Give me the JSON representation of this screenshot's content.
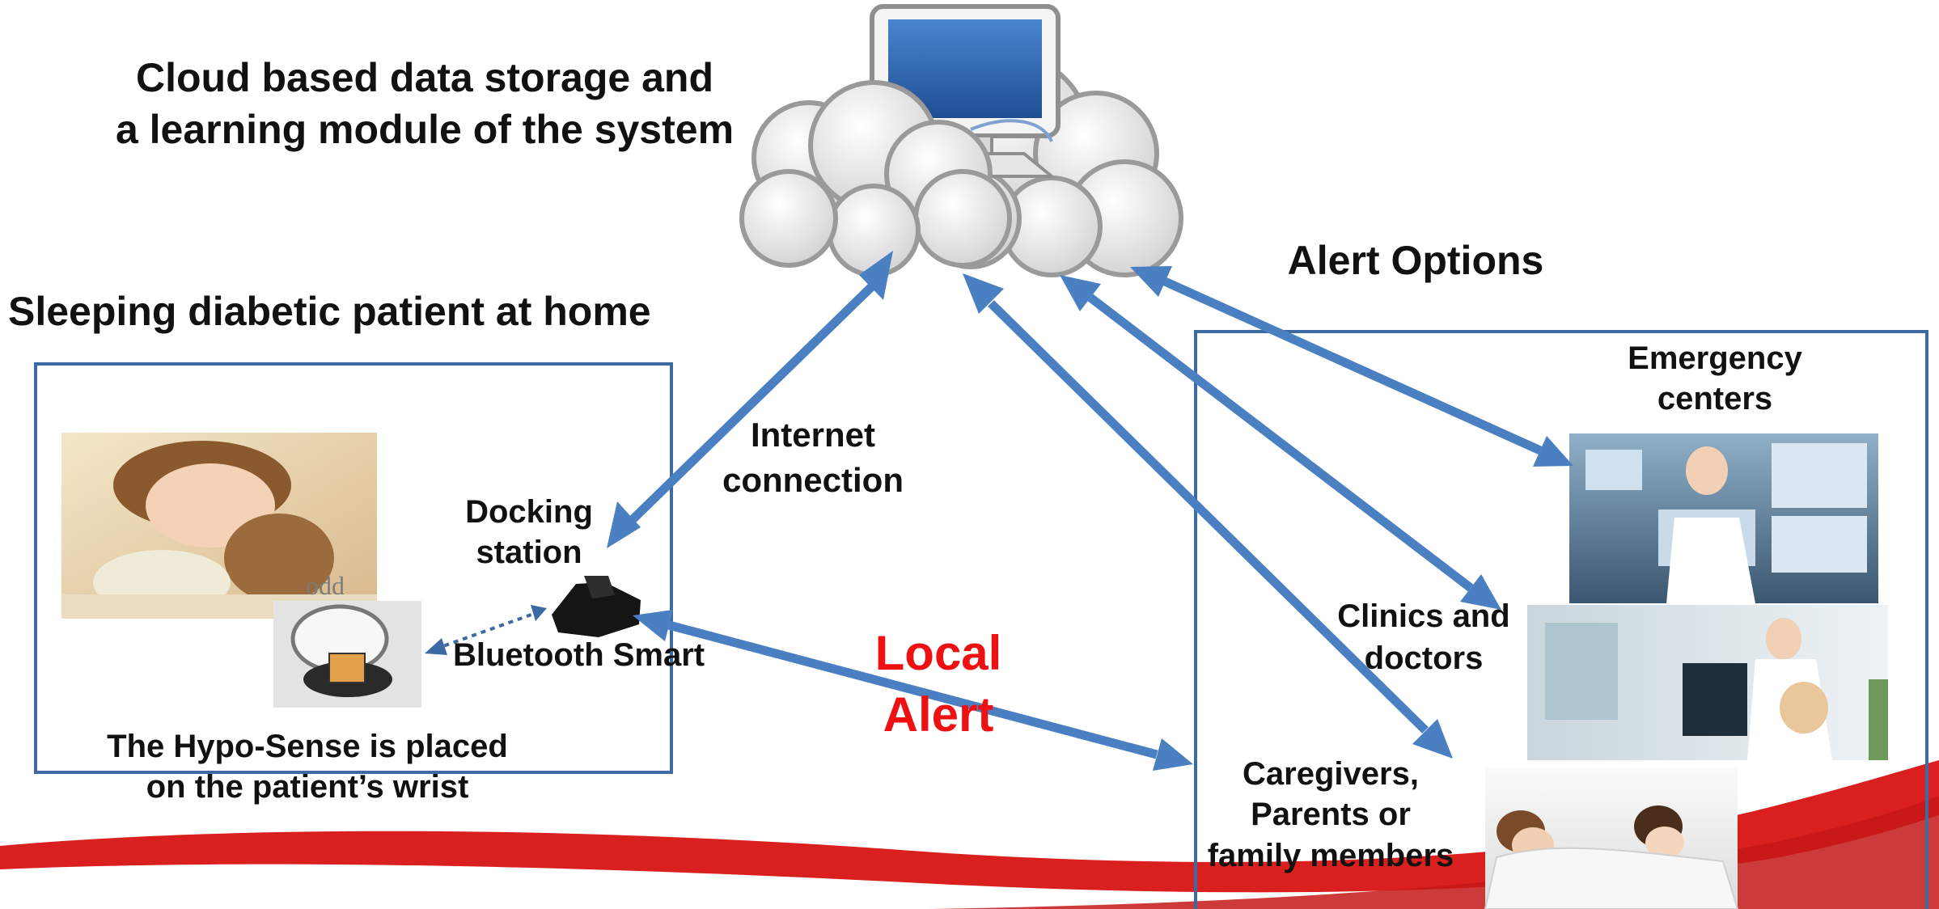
{
  "title": {
    "line1": "Cloud based data storage and",
    "line2": "a learning module of the system"
  },
  "home": {
    "heading": "Sleeping diabetic patient at home",
    "docking_line1": "Docking",
    "docking_line2": "station",
    "bluetooth": "Bluetooth Smart",
    "wrist_line1": "The Hypo-Sense is placed",
    "wrist_line2": "on the patient’s wrist",
    "photo_watermark": "odd"
  },
  "internet": {
    "line1": "Internet",
    "line2": "connection"
  },
  "local_alert": {
    "line1": "Local",
    "line2": "Alert"
  },
  "alert_options": {
    "heading": "Alert Options",
    "emergency_line1": "Emergency",
    "emergency_line2": "centers",
    "clinics_line1": "Clinics and",
    "clinics_line2": "doctors",
    "caregivers_line1": "Caregivers,",
    "caregivers_line2": "Parents or",
    "caregivers_line3": "family members"
  },
  "icons": [
    "cloud-icon",
    "computer-icon",
    "docking-station-icon",
    "wristband-icon"
  ],
  "colors": {
    "arrow": "#4a7fc1",
    "box_border": "#3d6aa2",
    "swoosh": "#d9201f",
    "local_alert_text": "#ee1111",
    "cloud_fill": "#e9e9e9",
    "cloud_stroke": "#9a9a9a",
    "monitor_screen": "#2f65ae"
  }
}
